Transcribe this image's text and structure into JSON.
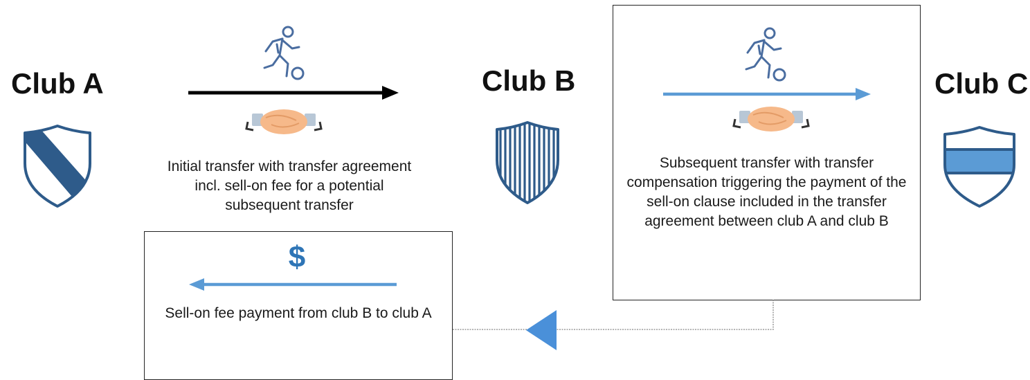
{
  "clubs": {
    "a": {
      "name": "Club A",
      "shield_style": "diagonal-sash"
    },
    "b": {
      "name": "Club B",
      "shield_style": "vertical-stripes"
    },
    "c": {
      "name": "Club C",
      "shield_style": "horizontal-band"
    }
  },
  "flows": {
    "initial_transfer": {
      "caption": "Initial transfer with transfer agreement incl. sell-on fee for a potential subsequent transfer",
      "direction": "right",
      "icons": [
        "football-player-icon",
        "handshake-icon"
      ],
      "color": "#000000"
    },
    "subsequent_transfer": {
      "caption": "Subsequent transfer with transfer compensation triggering the payment of the sell-on clause included in the transfer agreement between club A and club B",
      "direction": "right",
      "icons": [
        "football-player-icon",
        "handshake-icon"
      ],
      "color": "#5b9bd5"
    },
    "sell_on_payment": {
      "symbol": "$",
      "caption": "Sell-on fee payment from club B to club A",
      "direction": "left",
      "color": "#5b9bd5"
    }
  },
  "connector": {
    "from": "subsequent_transfer",
    "to": "sell_on_payment",
    "arrow_color": "#4a90d9",
    "line_color": "#888888"
  },
  "colors": {
    "shield_outline": "#2e5b8a",
    "shield_fill_a": "#2e5b8a",
    "shield_fill_b": "#2e5b8a",
    "shield_fill_c": "#5b9bd5",
    "icon_line": "#4a6da0",
    "handshake_skin": "#f6b98a"
  }
}
